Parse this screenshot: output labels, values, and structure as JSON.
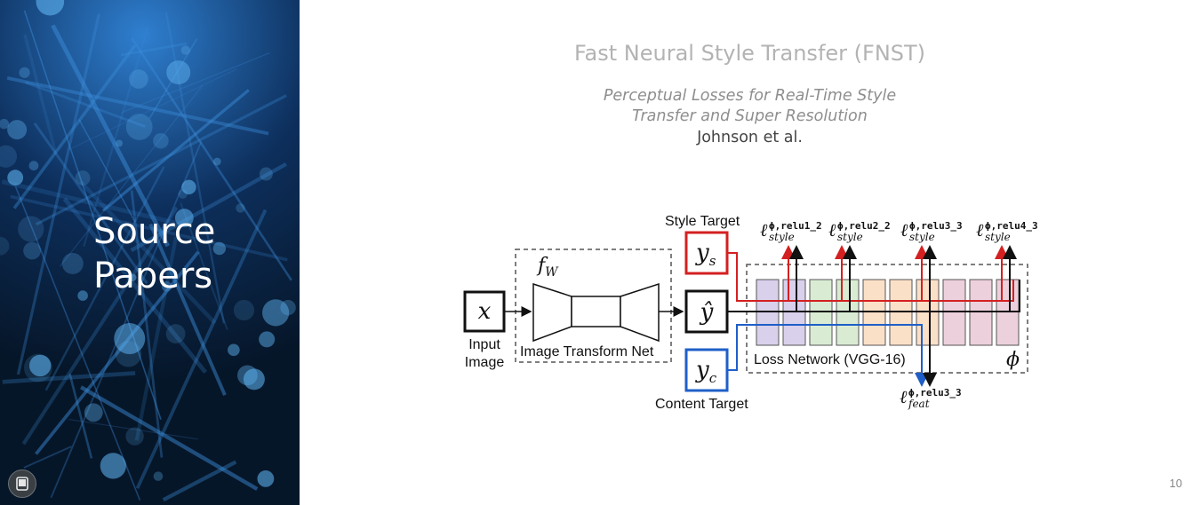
{
  "sidebar": {
    "title_line1": "Source",
    "title_line2": "Papers"
  },
  "slide": {
    "title": "Fast Neural Style Transfer (FNST)",
    "paper_title_line1": "Perceptual Losses for Real-Time Style",
    "paper_title_line2": "Transfer and Super Resolution",
    "authors": "Johnson et al.",
    "page_number": "10"
  },
  "diagram": {
    "style_target": "Style Target",
    "content_target": "Content Target",
    "input_label_1": "Input",
    "input_label_2": "Image",
    "transform_net": "Image Transform Net",
    "loss_network": "Loss Network (VGG-16)",
    "fw_symbol": "f",
    "fw_sub": "W",
    "x_symbol": "x",
    "y_hat_symbol": "ŷ",
    "ys_symbol": "y",
    "ys_sub": "s",
    "yc_symbol": "y",
    "yc_sub": "c",
    "phi_symbol": "ϕ",
    "loss_terms": [
      {
        "layer": "ϕ,relu1_2",
        "sub": "style"
      },
      {
        "layer": "ϕ,relu2_2",
        "sub": "style"
      },
      {
        "layer": "ϕ,relu3_3",
        "sub": "style"
      },
      {
        "layer": "ϕ,relu4_3",
        "sub": "style"
      }
    ],
    "feat_term": {
      "layer": "ϕ,relu3_3",
      "sub": "feat"
    },
    "ell_symbol": "ℓ",
    "colors": {
      "style": "#d42020",
      "content": "#1f5fc8",
      "block1": "#d9d0ec",
      "block2": "#d9ecd3",
      "block3": "#fbe0c8",
      "block4": "#ecd0dc"
    }
  }
}
